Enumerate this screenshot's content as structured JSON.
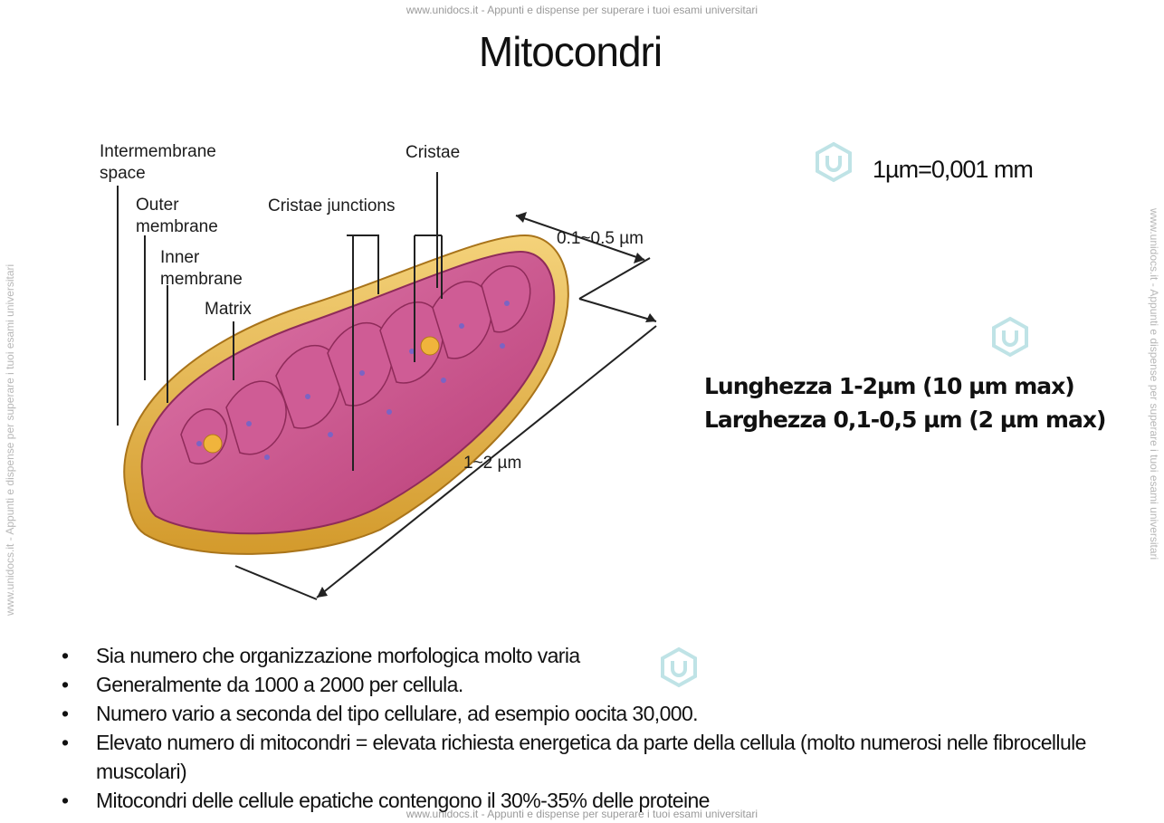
{
  "watermark": {
    "top": "www.unidocs.it - Appunti e dispense per superare i tuoi esami universitari",
    "side": "www.unidocs.it - Appunti e dispense per superare i tuoi esami universitari",
    "bottom": "www.unidocs.it - Appunti e dispense per superare i tuoi esami universitari"
  },
  "title": "Mitocondri",
  "unit_note": "1µm=0,001 mm",
  "dimensions": {
    "length": "Lunghezza 1-2µm (10 µm max)",
    "width": "Larghezza 0,1-0,5 µm (2 µm max)"
  },
  "diagram": {
    "labels": {
      "intermembrane": "Intermembrane\nspace",
      "outer": "Outer\nmembrane",
      "inner": "Inner\nmembrane",
      "matrix": "Matrix",
      "cristae": "Cristae",
      "junctions": "Cristae junctions",
      "width_dim": "0.1~0.5 µm",
      "length_dim": "1~2 µm"
    },
    "colors": {
      "outer_membrane": "#e8b84a",
      "inner_membrane": "#c74a86",
      "matrix": "#d9699e",
      "granule": "#7b64c4"
    }
  },
  "bullets": [
    "Sia numero che organizzazione morfologica molto varia",
    "Generalmente da 1000 a 2000 per cellula.",
    "Numero vario a seconda del tipo cellulare, ad esempio oocita 30,000.",
    "Elevato numero di mitocondri = elevata richiesta energetica da parte della cellula (molto numerosi nelle fibrocellule muscolari)",
    "Mitocondri delle cellule epatiche contengono il 30%-35% delle proteine"
  ]
}
